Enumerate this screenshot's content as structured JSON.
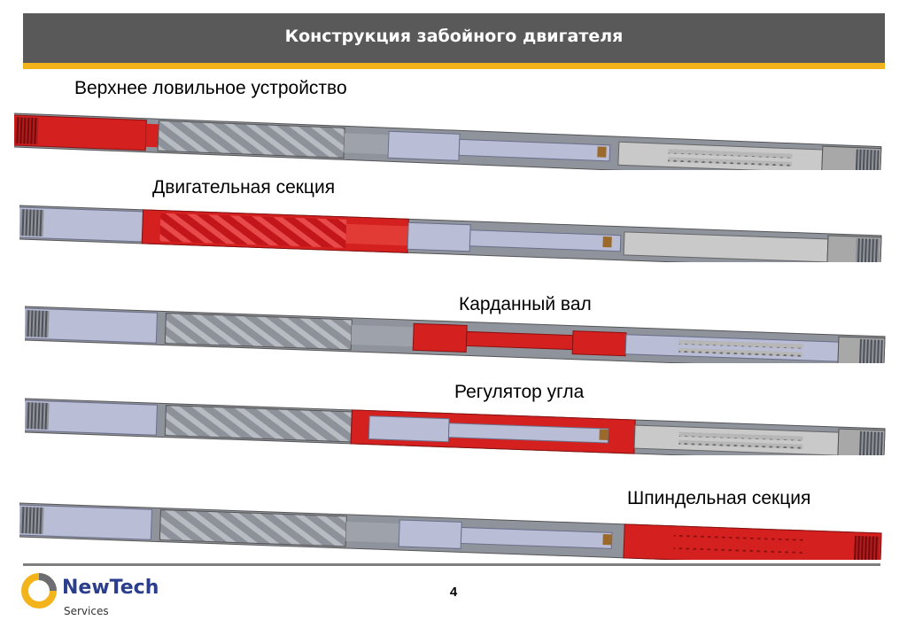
{
  "header": {
    "title": "Конструкция забойного двигателя"
  },
  "labels": {
    "upper_catcher": "Верхнее ловильное устройство",
    "power_section": "Двигательная секция",
    "cardan_shaft": "Карданный вал",
    "angle_regulator": "Регулятор угла",
    "spindle_section": "Шпиндельная секция"
  },
  "footer": {
    "page_number": "4"
  },
  "logo": {
    "name": "NewTech",
    "sub": "Services"
  },
  "colors": {
    "highlight": "#d4201f",
    "header_bg": "#595959",
    "accent": "#f2b31b",
    "logo_blue": "#2b3e8c"
  }
}
